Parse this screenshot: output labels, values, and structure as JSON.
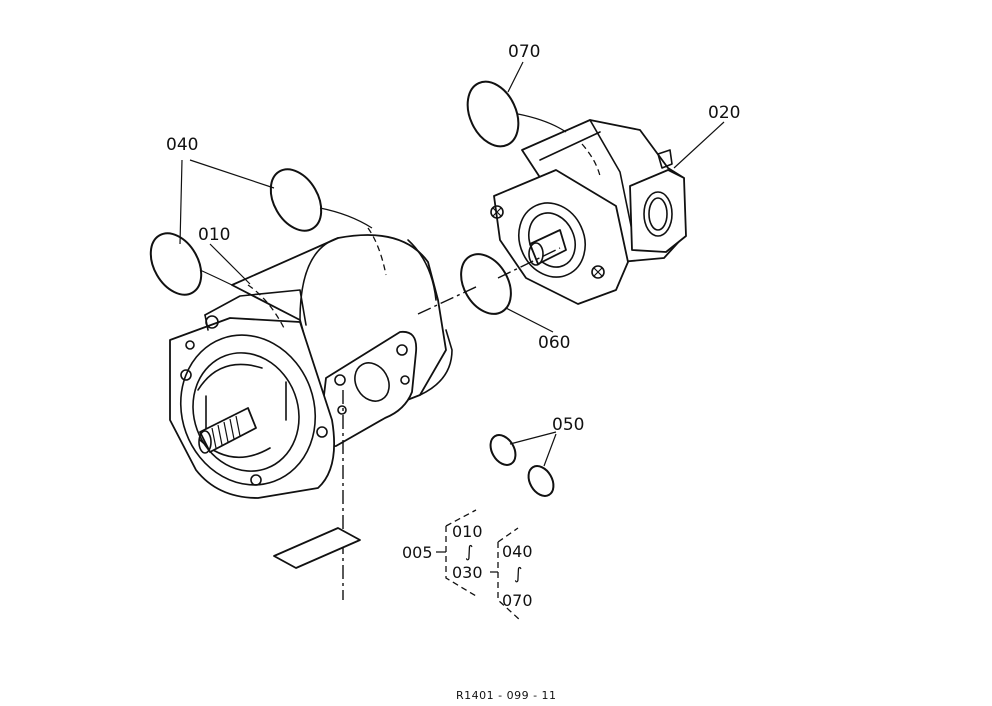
{
  "callouts": {
    "c010": "010",
    "c020": "020",
    "c040": "040",
    "c050": "050",
    "c060": "060",
    "c070": "070"
  },
  "assembly_tree": {
    "root": "005",
    "group_a_top": "010",
    "group_a_range": "∫",
    "group_a_bottom": "030",
    "group_b_top": "040",
    "group_b_range": "∫",
    "group_b_bottom": "070"
  },
  "drawing_number": "R1401 - 099 - 11"
}
